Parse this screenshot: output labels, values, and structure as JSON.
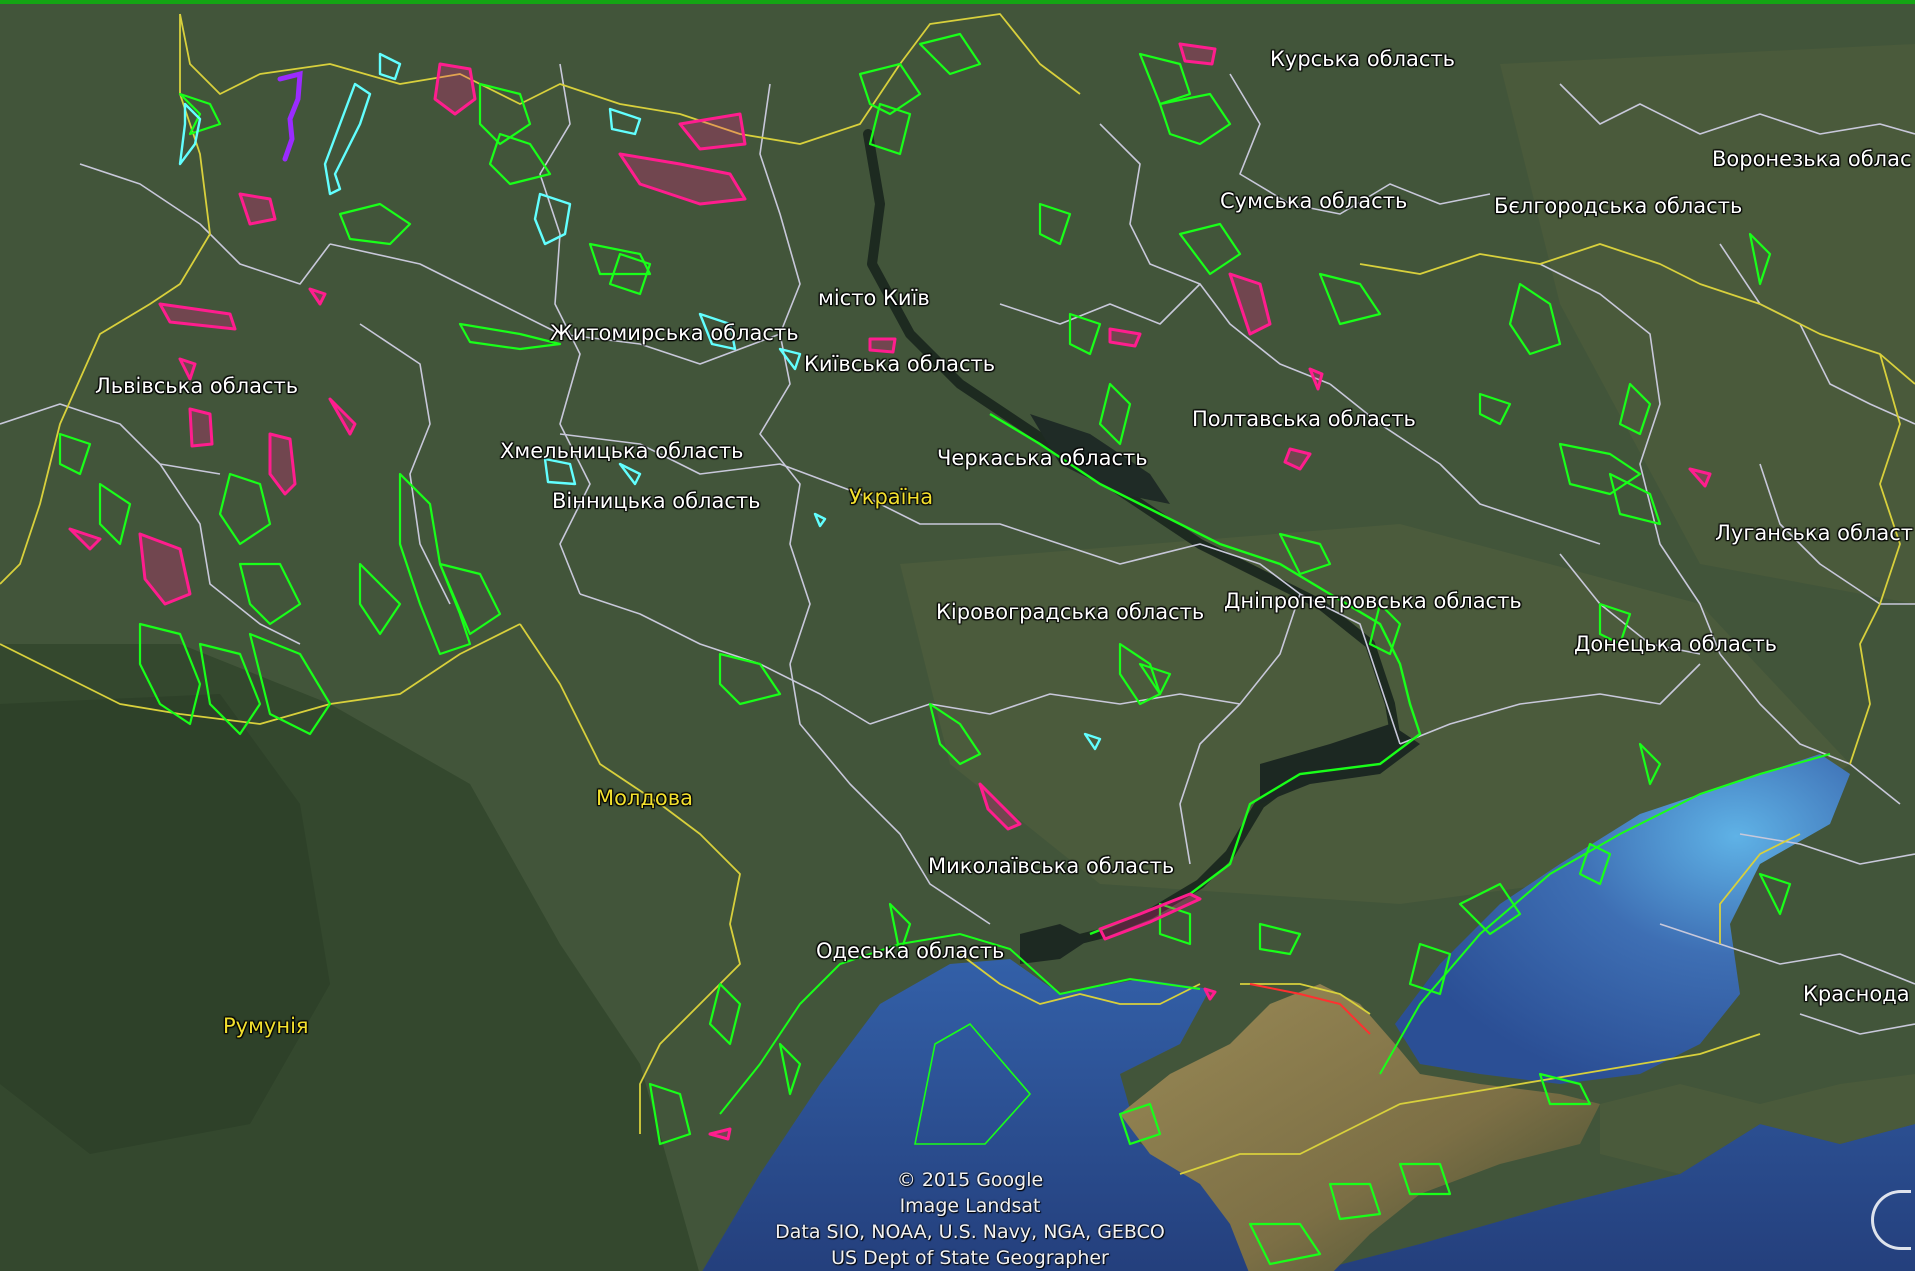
{
  "colors": {
    "land": "#3f5236",
    "land_dark": "#2c3d27",
    "land_light": "#55633f",
    "sea": "#2c4d8c",
    "sea_light": "#3f6fb8",
    "azov_shallow": "#5fa8d8",
    "crimea": "#8b7d4e",
    "admin_border": "#c9c9d9",
    "country_border": "#d6cf3a",
    "protected_green": "#19ff19",
    "protected_magenta": "#ff1d8e",
    "protected_cyan": "#62ffff",
    "protected_purple": "#9a2bff",
    "label_country": "#f2e02e",
    "label_region": "#ffffff"
  },
  "labels": {
    "kursk": "Курська область",
    "voronezh": "Воронезька облас",
    "sumy": "Сумська область",
    "belgorod": "Бєлгородська область",
    "kyiv_city": "місто Київ",
    "zhytomyr": "Житомирська область",
    "kyiv_oblast": "Київська область",
    "lviv": "Львівська область",
    "poltava": "Полтавська область",
    "khmelnytskyi": "Хмельницька область",
    "cherkasy": "Черкаська область",
    "vinnytsia": "Вінницька область",
    "ukraine": "Україна",
    "luhansk": "Луганська област",
    "kirovohrad": "Кіровоградська область",
    "dnipropetrovsk": "Дніпропетровська область",
    "donetsk": "Донецька область",
    "moldova": "Молдова",
    "mykolaiv": "Миколаївська область",
    "odesa": "Одеська область",
    "romania": "Румунія",
    "krasnodar": "Краснода"
  },
  "attribution": {
    "line1": "© 2015 Google",
    "line2": "Image Landsat",
    "line3": "Data SIO, NOAA, U.S. Navy, NGA, GEBCO",
    "line4": "US Dept of State Geographer"
  },
  "icons": {
    "nav": "compass-icon"
  }
}
